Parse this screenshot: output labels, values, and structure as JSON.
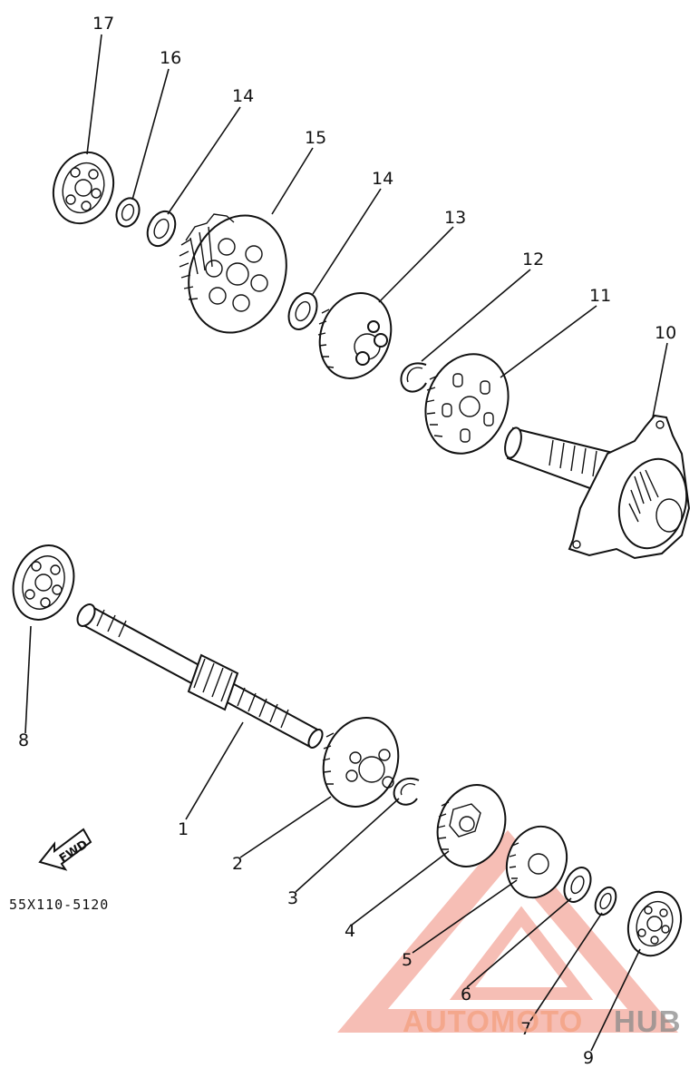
{
  "diagram": {
    "part_code": "55X110-5120",
    "direction_label": "FWD",
    "callouts": [
      {
        "id": "c1",
        "label": "1"
      },
      {
        "id": "c2",
        "label": "2"
      },
      {
        "id": "c3",
        "label": "3"
      },
      {
        "id": "c4",
        "label": "4"
      },
      {
        "id": "c5",
        "label": "5"
      },
      {
        "id": "c6",
        "label": "6"
      },
      {
        "id": "c7",
        "label": "7"
      },
      {
        "id": "c8",
        "label": "8"
      },
      {
        "id": "c9",
        "label": "9"
      },
      {
        "id": "c10",
        "label": "10"
      },
      {
        "id": "c11",
        "label": "11"
      },
      {
        "id": "c12",
        "label": "12"
      },
      {
        "id": "c13",
        "label": "13"
      },
      {
        "id": "c14a",
        "label": "14"
      },
      {
        "id": "c14b",
        "label": "14"
      },
      {
        "id": "c15",
        "label": "15"
      },
      {
        "id": "c16",
        "label": "16"
      },
      {
        "id": "c17",
        "label": "17"
      }
    ]
  },
  "watermark": {
    "text_part1": "AUTOMOTO",
    "text_part2": "HUB",
    "color_primary": "#f08a7a",
    "color_secondary": "#9a9a9a"
  }
}
